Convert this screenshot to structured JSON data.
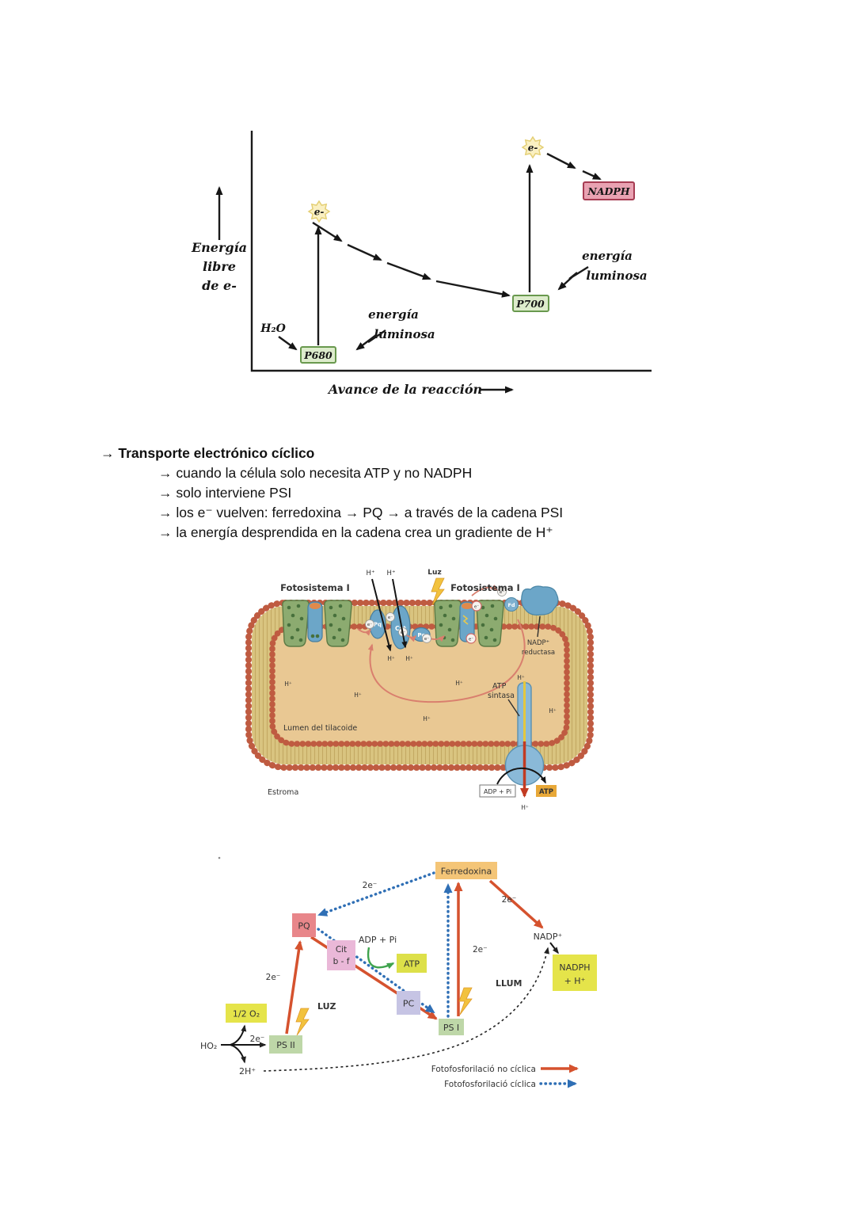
{
  "page": {
    "background": "#ffffff"
  },
  "colors": {
    "box_green_fill": "#ddeccc",
    "box_green_border": "#69994e",
    "nadph_pink_fill": "#e9a2b2",
    "nadph_pink_border": "#a63c52",
    "electron_star_yellow": "#faf0c2",
    "membrane_bead_red": "#bf5b41",
    "membrane_tail_tan": "#d9c480",
    "lumen_tan": "#e9c893",
    "photosystem_green": "#8cab70",
    "protein_blue": "#6ca6c8",
    "noncyclic_arrow_red": "#d5522e",
    "cyclic_arrow_blue": "#2f6fb5",
    "atp_yellow": "#dde049",
    "ferredoxina_orange": "#f4c577",
    "light_text_red": "#d2553b",
    "lightning_yellow": "#f2c23e"
  },
  "energy_chart": {
    "y_axis_label": [
      "Energía",
      "libre",
      "de e-"
    ],
    "x_axis_label": "Avance de la reacción",
    "labels": {
      "h2o": "H₂O",
      "p680": "P680",
      "p700": "P700",
      "nadph": "NADPH",
      "electron": "e-",
      "light_energy_1": [
        "energía",
        "luminosa"
      ],
      "light_energy_2": [
        "energía",
        "luminosa"
      ]
    }
  },
  "notes": {
    "heading_arrow": "→ ",
    "heading": "Transporte electrónico cíclico",
    "items": [
      "→ cuando la célula solo necesita ATP y no NADPH",
      "→ solo interviene PSI",
      "→ los e⁻ vuelven: ferredoxina → PQ → a través de la cadena PSI",
      "→ la energía desprendida en la cadena crea un gradiente de H⁺"
    ]
  },
  "thylakoid": {
    "ps_left": "Fotosistema I",
    "ps_right": "Fotosistema I",
    "luz": "Luz",
    "pq": "Pq",
    "cyt": "Cyt",
    "pc": "Pc",
    "fd": "Fd",
    "e": "e⁻",
    "h": "H⁺",
    "nadp_reductase": [
      "NADP⁺",
      "reductasa"
    ],
    "atp_synthase": [
      "ATP",
      "sintasa"
    ],
    "lumen": "Lumen del tilacoide",
    "stroma": "Estroma",
    "adp": "ADP + Pi",
    "atp": "ATP"
  },
  "phospho": {
    "ferredoxina": "Ferredoxina",
    "pq": "PQ",
    "cit": [
      "Cit",
      "b - f"
    ],
    "adp": "ADP + Pi",
    "atp": "ATP",
    "pc": "PC",
    "ps1": "PS I",
    "ps2": "PS II",
    "o2": "1/2 O₂",
    "nadp": "NADP⁺",
    "nadph": [
      "NADPH",
      "+ H⁺"
    ],
    "ho2": "HO₂",
    "two_e": "2e⁻",
    "two_h": "2H⁺",
    "luz": "LUZ",
    "llum": "LLUM",
    "legend": [
      {
        "label": "Fotofosforilació no cíclica",
        "style": "solid-red"
      },
      {
        "label": "Fotofosforilació cíclica",
        "style": "dotted-blue"
      }
    ]
  }
}
